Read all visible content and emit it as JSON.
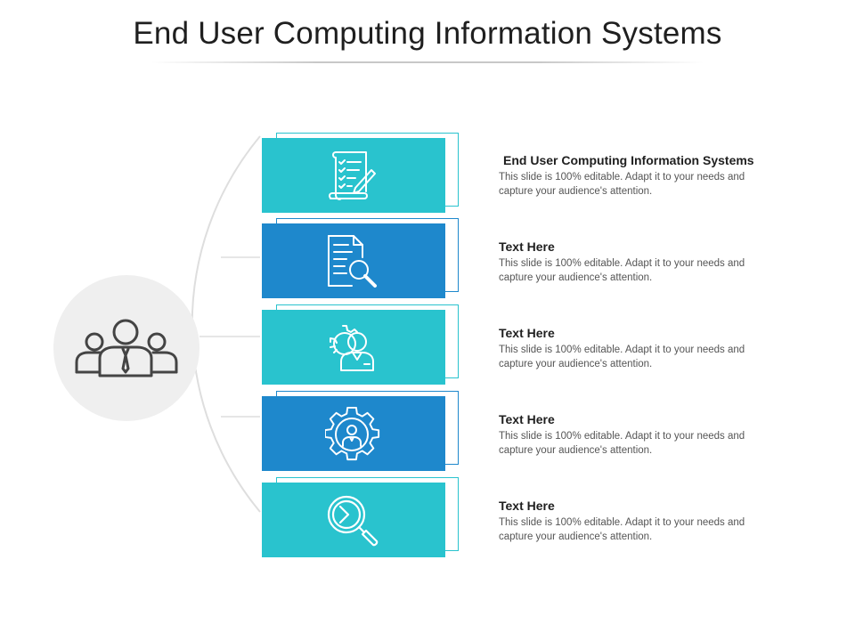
{
  "title": "End User Computing Information Systems",
  "colors": {
    "teal": "#29C3CE",
    "blue": "#1E88CC",
    "hub": "#EFEFEF",
    "icon_stroke": "#ffffff",
    "hub_icon": "#444444"
  },
  "hub": {
    "icon": "team-icon"
  },
  "items": [
    {
      "heading": "End User Computing Information Systems",
      "body": "This slide is 100% editable. Adapt it to your needs and capture your audience's attention.",
      "icon": "checklist-icon",
      "color": "#29C3CE"
    },
    {
      "heading": "Text Here",
      "body": "This slide is 100% editable. Adapt it to your needs and capture your audience's attention.",
      "icon": "document-search-icon",
      "color": "#1E88CC"
    },
    {
      "heading": "Text Here",
      "body": "This slide is 100% editable. Adapt it to your needs and capture your audience's attention.",
      "icon": "gear-person-icon",
      "color": "#29C3CE"
    },
    {
      "heading": "Text Here",
      "body": "This slide is 100% editable. Adapt it to your needs and capture your audience's attention.",
      "icon": "gear-user-icon",
      "color": "#1E88CC"
    },
    {
      "heading": "Text Here",
      "body": "This slide is 100% editable. Adapt it to your needs and capture your audience's attention.",
      "icon": "magnifier-icon",
      "color": "#29C3CE"
    }
  ]
}
